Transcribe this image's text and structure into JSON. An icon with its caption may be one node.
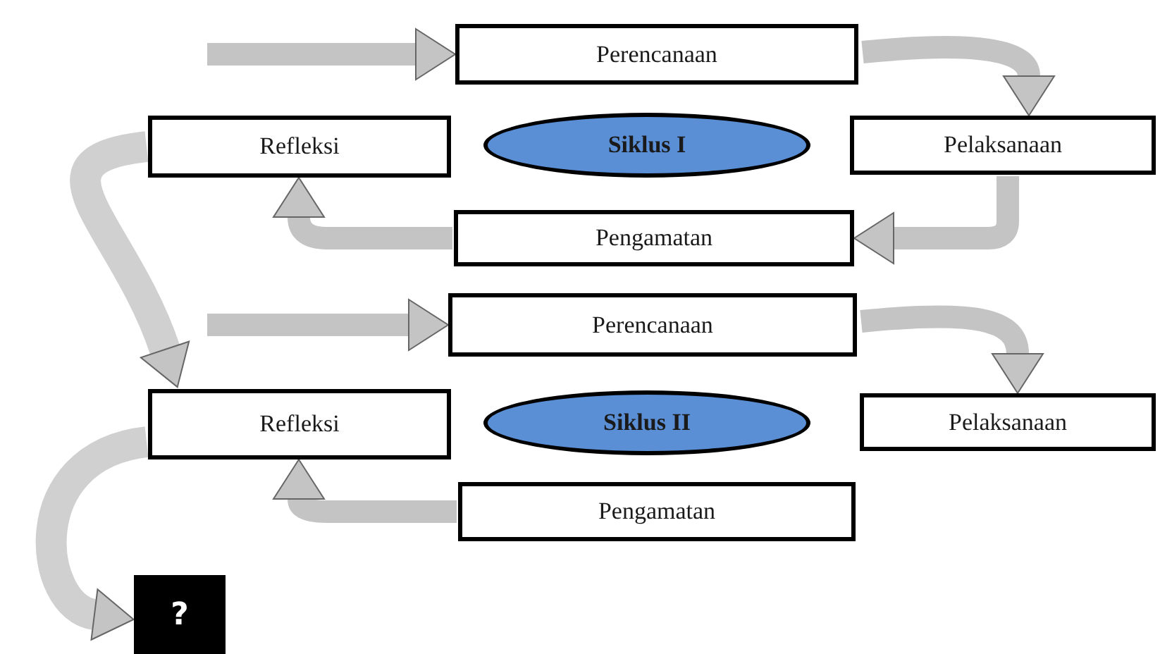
{
  "diagram": {
    "nodes": [
      {
        "text": [
          "Perencanaan"
        ]
      },
      {
        "text": [
          "Refleksi"
        ]
      },
      {
        "text": [
          "Siklus I"
        ]
      },
      {
        "text": [
          "Pelaksanaan"
        ]
      },
      {
        "text": [
          "Pengamatan"
        ]
      },
      {
        "text": [
          "Perencanaan"
        ]
      },
      {
        "text": [
          "Refleksi"
        ]
      },
      {
        "text": [
          "Siklus II"
        ]
      },
      {
        "text": [
          "Pelaksanaan"
        ]
      },
      {
        "text": [
          "Pengamatan"
        ]
      },
      {
        "text": [
          "?"
        ]
      }
    ],
    "edges": [
      {
        "from": null,
        "to": 0,
        "arrow": "to"
      },
      {
        "from": 0,
        "to": 3,
        "arrow": "to"
      },
      {
        "from": 3,
        "to": 4,
        "arrow": "to"
      },
      {
        "from": 4,
        "to": 1,
        "arrow": "to"
      },
      {
        "from": 1,
        "to": 6,
        "arrow": "to"
      },
      {
        "from": null,
        "to": 5,
        "arrow": "to"
      },
      {
        "from": 5,
        "to": 8,
        "arrow": "to"
      },
      {
        "from": 9,
        "to": 6,
        "arrow": "to"
      },
      {
        "from": 6,
        "to": 10,
        "arrow": "to"
      }
    ]
  }
}
